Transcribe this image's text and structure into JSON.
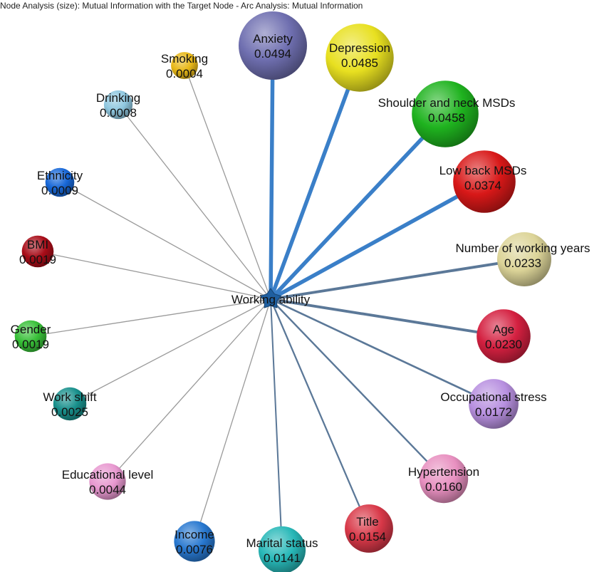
{
  "header": "Node Analysis (size): Mutual Information with the Target Node  - Arc Analysis: Mutual Information",
  "target": {
    "label": "Working ability",
    "color": "#1f5fa0"
  },
  "nodes": [
    {
      "id": "anxiety",
      "label": "Anxiety",
      "value": "0.0494",
      "mi": 0.0494,
      "color": "#6f6fb0"
    },
    {
      "id": "depression",
      "label": "Depression",
      "value": "0.0485",
      "mi": 0.0485,
      "color": "#e8e020"
    },
    {
      "id": "shoulder-neck",
      "label": "Shoulder and neck MSDs",
      "value": "0.0458",
      "mi": 0.0458,
      "color": "#1fb31f"
    },
    {
      "id": "low-back",
      "label": "Low back MSDs",
      "value": "0.0374",
      "mi": 0.0374,
      "color": "#d81818"
    },
    {
      "id": "working-years",
      "label": "Number of working years",
      "value": "0.0233",
      "mi": 0.0233,
      "color": "#dcd498"
    },
    {
      "id": "age",
      "label": "Age",
      "value": "0.0230",
      "mi": 0.023,
      "color": "#d42040"
    },
    {
      "id": "occupational-stress",
      "label": "Occupational stress",
      "value": "0.0172",
      "mi": 0.0172,
      "color": "#b890e0"
    },
    {
      "id": "hypertension",
      "label": "Hypertension",
      "value": "0.0160",
      "mi": 0.016,
      "color": "#e890c0"
    },
    {
      "id": "title",
      "label": "Title",
      "value": "0.0154",
      "mi": 0.0154,
      "color": "#d83848"
    },
    {
      "id": "marital-status",
      "label": "Marital status",
      "value": "0.0141",
      "mi": 0.0141,
      "color": "#28b8b8"
    },
    {
      "id": "income",
      "label": "Income",
      "value": "0.0076",
      "mi": 0.0076,
      "color": "#2878d0"
    },
    {
      "id": "educational-level",
      "label": "Educational level",
      "value": "0.0044",
      "mi": 0.0044,
      "color": "#e898d0"
    },
    {
      "id": "work-shift",
      "label": "Work shift",
      "value": "0.0025",
      "mi": 0.0025,
      "color": "#18908c"
    },
    {
      "id": "gender",
      "label": "Gender",
      "value": "0.0019",
      "mi": 0.0019,
      "color": "#38c038"
    },
    {
      "id": "bmi",
      "label": "BMI",
      "value": "0.0019",
      "mi": 0.0019,
      "color": "#a80c18"
    },
    {
      "id": "ethnicity",
      "label": "Ethnicity",
      "value": "0.0009",
      "mi": 0.0009,
      "color": "#1868d8"
    },
    {
      "id": "drinking",
      "label": "Drinking",
      "value": "0.0008",
      "mi": 0.0008,
      "color": "#90c8e0"
    },
    {
      "id": "smoking",
      "label": "Smoking",
      "value": "0.0004",
      "mi": 0.0004,
      "color": "#e8b818"
    }
  ],
  "colors": {
    "strong_arc": "#3a7fc8",
    "medium_arc": "#5b7898",
    "weak_arc": "#9a9a9a"
  }
}
